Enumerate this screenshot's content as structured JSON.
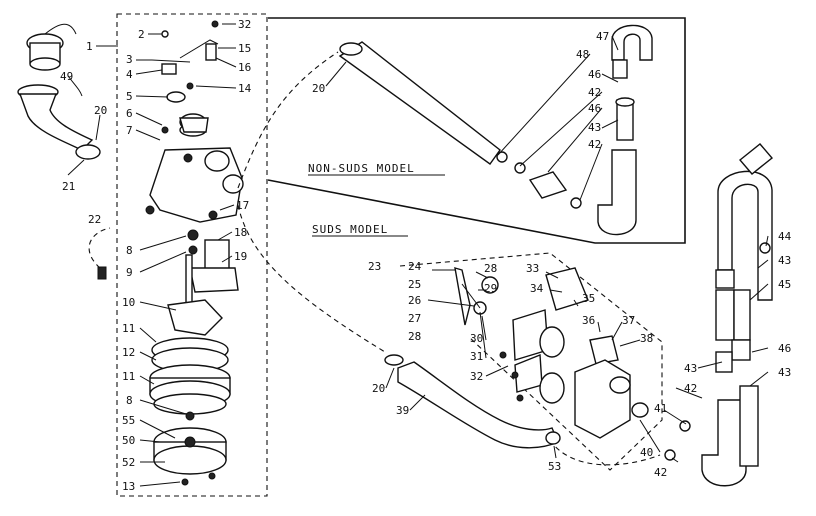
{
  "sections": {
    "non_suds": "NON-SUDS MODEL",
    "suds": "SUDS MODEL"
  },
  "callouts": {
    "c1": "1",
    "c2": "2",
    "c3": "3",
    "c4": "4",
    "c5": "5",
    "c6": "6",
    "c7": "7",
    "c8a": "8",
    "c8b": "8",
    "c9": "9",
    "c10": "10",
    "c11a": "11",
    "c11b": "11",
    "c12": "12",
    "c13": "13",
    "c14": "14",
    "c15": "15",
    "c16": "16",
    "c17": "17",
    "c18": "18",
    "c19": "19",
    "c20a": "20",
    "c20b": "20",
    "c20c": "20",
    "c21": "21",
    "c22": "22",
    "c23": "23",
    "c24": "24",
    "c25": "25",
    "c26": "26",
    "c27": "27",
    "c28a": "28",
    "c28b": "28",
    "c29": "29",
    "c30": "30",
    "c31": "31",
    "c32a": "32",
    "c32b": "32",
    "c33": "33",
    "c34": "34",
    "c35": "35",
    "c36": "36",
    "c37": "37",
    "c38": "38",
    "c39": "39",
    "c40": "40",
    "c41": "41",
    "c42a": "42",
    "c42b": "42",
    "c42c": "42",
    "c42d": "42",
    "c43a": "43",
    "c43b": "43",
    "c43c": "43",
    "c43d": "43",
    "c44": "44",
    "c45": "45",
    "c46a": "46",
    "c46b": "46",
    "c46c": "46",
    "c47": "47",
    "c48": "48",
    "c49": "49",
    "c50": "50",
    "c52": "52",
    "c53": "53",
    "c55": "55"
  }
}
